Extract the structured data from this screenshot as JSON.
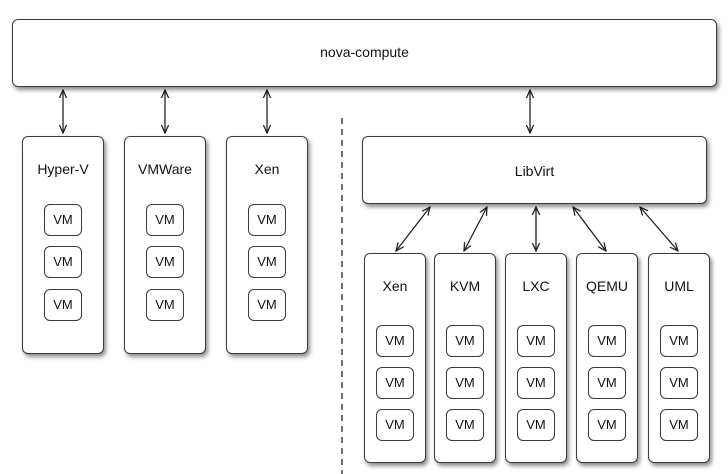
{
  "top": {
    "label": "nova-compute"
  },
  "libvirt": {
    "label": "LibVirt"
  },
  "left_hypervisors": [
    {
      "label": "Hyper-V",
      "vms": [
        "VM",
        "VM",
        "VM"
      ]
    },
    {
      "label": "VMWare",
      "vms": [
        "VM",
        "VM",
        "VM"
      ]
    },
    {
      "label": "Xen",
      "vms": [
        "VM",
        "VM",
        "VM"
      ]
    }
  ],
  "right_hypervisors": [
    {
      "label": "Xen",
      "vms": [
        "VM",
        "VM",
        "VM"
      ]
    },
    {
      "label": "KVM",
      "vms": [
        "VM",
        "VM",
        "VM"
      ]
    },
    {
      "label": "LXC",
      "vms": [
        "VM",
        "VM",
        "VM"
      ]
    },
    {
      "label": "QEMU",
      "vms": [
        "VM",
        "VM",
        "VM"
      ]
    },
    {
      "label": "UML",
      "vms": [
        "VM",
        "VM",
        "VM"
      ]
    }
  ]
}
